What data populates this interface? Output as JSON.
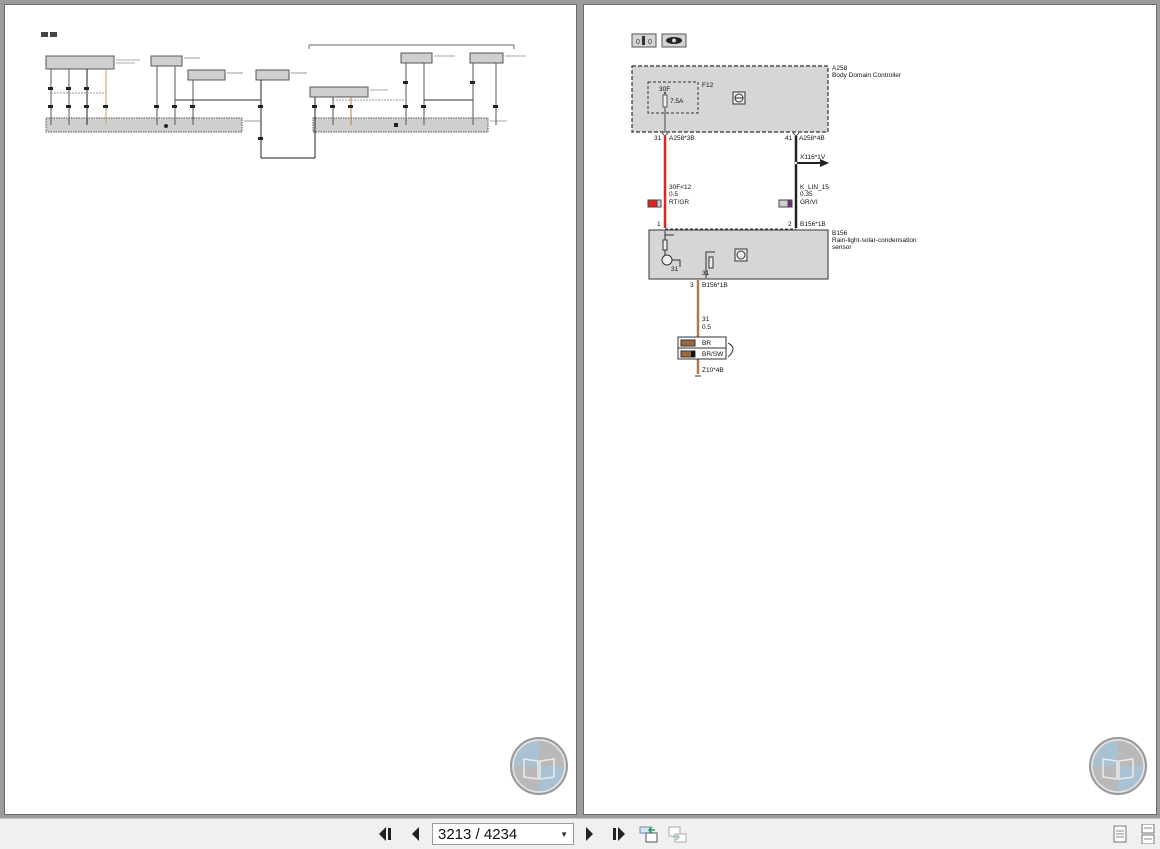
{
  "viewer": {
    "current_page": "3213",
    "total_pages": "4234",
    "page_display": "3213 / 4234",
    "buttons": {
      "first": "first-page",
      "prev": "previous-page",
      "next": "next-page",
      "last": "last-page",
      "back": "history-back",
      "forward": "history-forward",
      "single": "single-page-view",
      "continuous": "continuous-view"
    }
  },
  "left_page": {
    "type": "overview wiring diagram (miniature)",
    "header_icons": [
      "info-icon",
      "eye-icon"
    ]
  },
  "right_page": {
    "header_icons": {
      "info": "0|i|0",
      "view": "eye-icon"
    },
    "a258": {
      "id": "A258",
      "name": "Body Domain Controller"
    },
    "fuse": {
      "id": "F12",
      "label": "30F",
      "rating": "7.5A"
    },
    "pin_31": {
      "pin": "31",
      "connector": "A258*3B"
    },
    "pin_41": {
      "pin": "41",
      "connector": "A258*4B"
    },
    "x116": {
      "label": "X116*1V"
    },
    "wire_red": {
      "signal": "30F<12",
      "gauge": "0.5",
      "color": "RT/GR",
      "color_hex": "#e32222"
    },
    "wire_gray": {
      "signal": "K_LIN_15",
      "gauge": "0.35",
      "color": "GR/VI",
      "color_hex": "#222222"
    },
    "b156": {
      "id": "B156",
      "name_line1": "Rain-light-solar-condensation",
      "name_line2": "sensor",
      "pin1": "1",
      "pin2": "2",
      "connector": "B156*1B"
    },
    "pin_3": {
      "pin": "3",
      "connector": "B156*1B"
    },
    "ground_wire": {
      "signal": "31",
      "gauge": "0.5",
      "color1": "BR",
      "color2": "BR/SW",
      "color_hex": "#b07a4a"
    },
    "ground": {
      "label": "Z10*4B"
    },
    "ground_labels": [
      "31",
      "31"
    ]
  }
}
